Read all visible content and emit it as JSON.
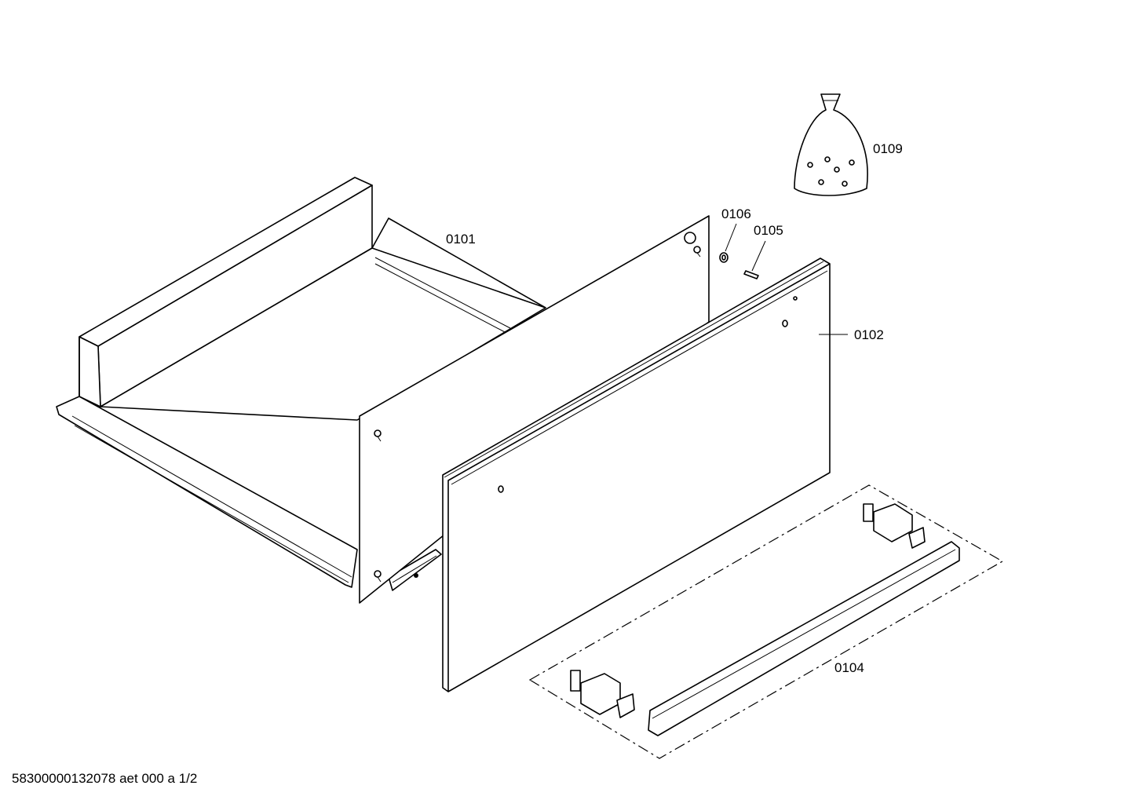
{
  "parts": {
    "p0101": "0101",
    "p0102": "0102",
    "p0104": "0104",
    "p0105": "0105",
    "p0106": "0106",
    "p0109": "0109"
  },
  "footer": {
    "doc_id": "58300000132078 aet 000 a 1/2"
  }
}
